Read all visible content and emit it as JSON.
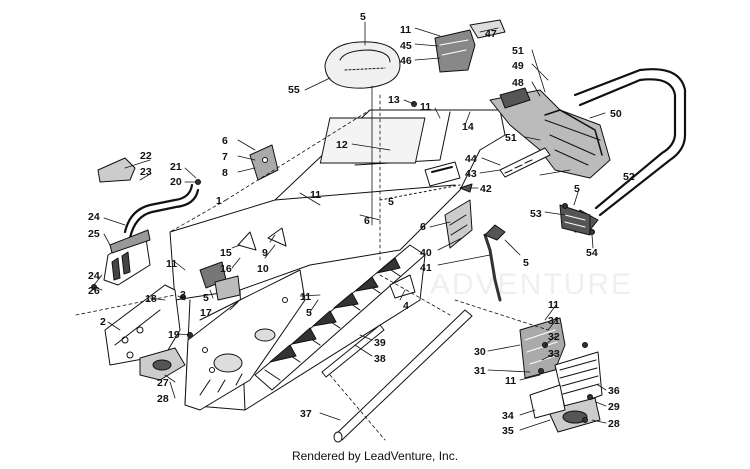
{
  "footer": {
    "credit": "Rendered by LeadVenture, Inc."
  },
  "watermark": {
    "text": "ADVENTURE"
  },
  "colors": {
    "line": "#111111",
    "fill_light": "#ffffff",
    "fill_mid": "#d9d9d9",
    "fill_dark": "#7a7a7a"
  },
  "callouts": {
    "c1": "1",
    "c2": "2",
    "c3": "3",
    "c4": "4",
    "c5": "5",
    "c6": "6",
    "c7": "7",
    "c8": "8",
    "c9": "9",
    "c10": "10",
    "c11": "11",
    "c12": "12",
    "c13": "13",
    "c14": "14",
    "c15": "15",
    "c16": "16",
    "c17": "17",
    "c18": "18",
    "c19": "19",
    "c20": "20",
    "c21": "21",
    "c22": "22",
    "c23": "23",
    "c24": "24",
    "c25": "25",
    "c26": "26",
    "c27": "27",
    "c28": "28",
    "c29": "29",
    "c30": "30",
    "c31": "31",
    "c32": "32",
    "c33": "33",
    "c34": "34",
    "c35": "35",
    "c36": "36",
    "c37": "37",
    "c38": "38",
    "c39": "39",
    "c40": "40",
    "c41": "41",
    "c42": "42",
    "c43": "43",
    "c44": "44",
    "c45": "45",
    "c46": "46",
    "c47": "47",
    "c48": "48",
    "c49": "49",
    "c50": "50",
    "c51": "51",
    "c52": "52",
    "c53": "53",
    "c54": "54",
    "c55": "55"
  }
}
